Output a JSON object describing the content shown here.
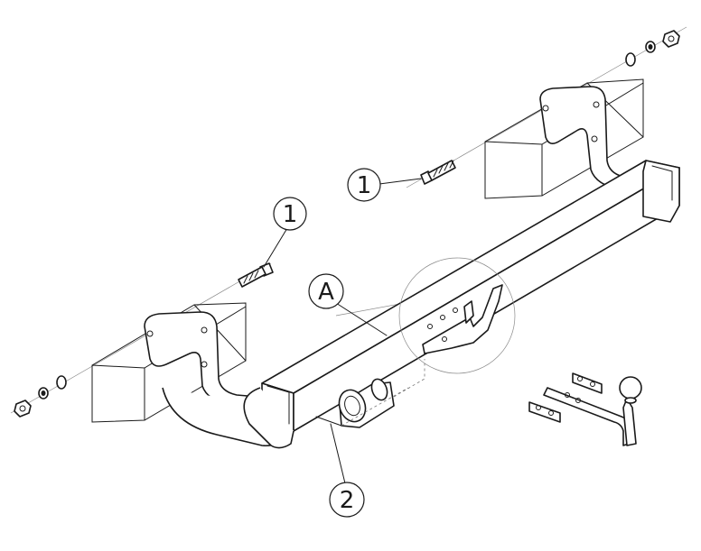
{
  "callouts": {
    "bolt_upper": "1",
    "bolt_left": "1",
    "main_beam": "A",
    "socket_plate": "2"
  }
}
